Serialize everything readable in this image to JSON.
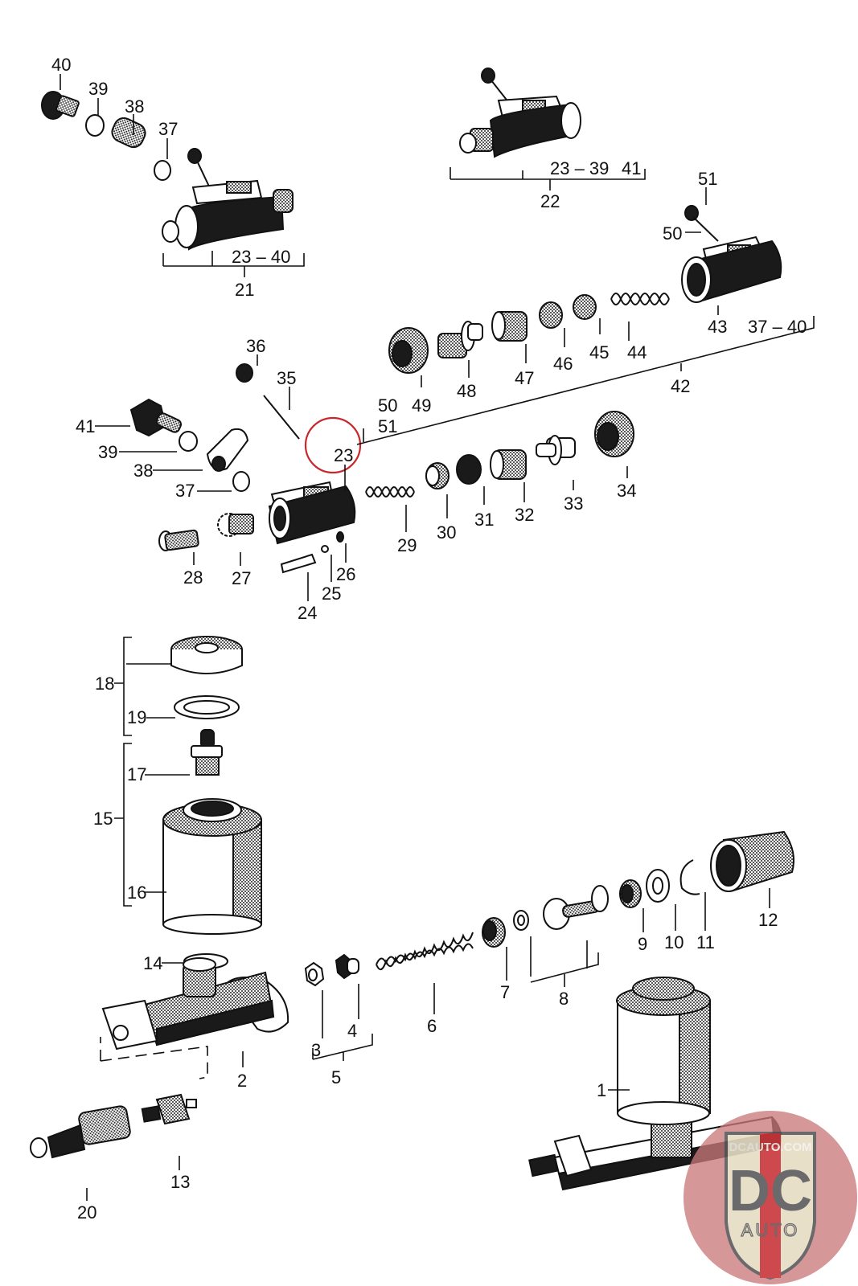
{
  "diagram": {
    "type": "exploded-parts-diagram",
    "subject": "Brake master cylinder with reservoir and wheel cylinders",
    "highlight": {
      "label": "23",
      "color": "#c8282d"
    },
    "labels": {
      "p1": "1",
      "p2": "2",
      "p3": "3",
      "p4": "4",
      "p5": "5",
      "p6": "6",
      "p7": "7",
      "p8": "8",
      "p9": "9",
      "p10": "10",
      "p11": "11",
      "p12": "12",
      "p13": "13",
      "p14": "14",
      "p15": "15",
      "p16": "16",
      "p17": "17",
      "p18": "18",
      "p19": "19",
      "p20": "20",
      "p21": "21",
      "p22": "22",
      "p23": "23",
      "p24": "24",
      "p25": "25",
      "p26": "26",
      "p27": "27",
      "p28": "28",
      "p29": "29",
      "p30": "30",
      "p31": "31",
      "p32": "32",
      "p33": "33",
      "p34": "34",
      "p35": "35",
      "p36": "36",
      "p37": "37",
      "p38": "38",
      "p39": "39",
      "p40": "40",
      "p41": "41",
      "p42": "42",
      "p43": "43",
      "p44": "44",
      "p45": "45",
      "p46": "46",
      "p47": "47",
      "p48": "48",
      "p49": "49",
      "p50": "50",
      "p51": "51",
      "p39b": "39",
      "p38b": "38",
      "p37b": "37",
      "p50b": "50",
      "p51b": "51"
    },
    "ranges": {
      "r21": "23 – 40",
      "r22": "23 – 39",
      "r22b": "41",
      "r42": "37 – 40"
    },
    "watermark": {
      "url": "DCAUTO.COM",
      "initials": "DC",
      "word": "AUTO",
      "colors": {
        "circle": "#c9787a",
        "shield": "#e6dcc4",
        "letters": "#5a5a5e",
        "stripe": "#c8363a"
      }
    }
  }
}
